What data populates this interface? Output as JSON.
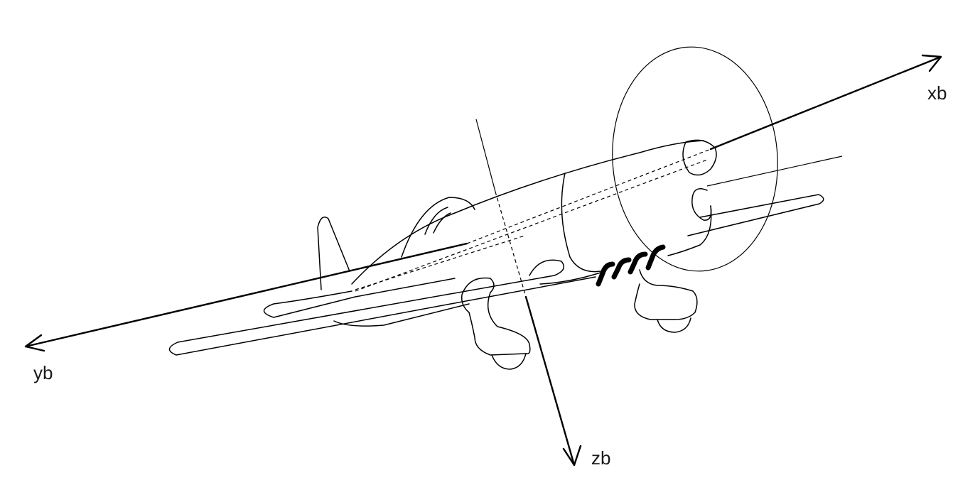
{
  "axes": {
    "x_label": "xb",
    "y_label": "yb",
    "z_label": "zb"
  },
  "colors": {
    "line": "#000000",
    "background": "#ffffff"
  }
}
